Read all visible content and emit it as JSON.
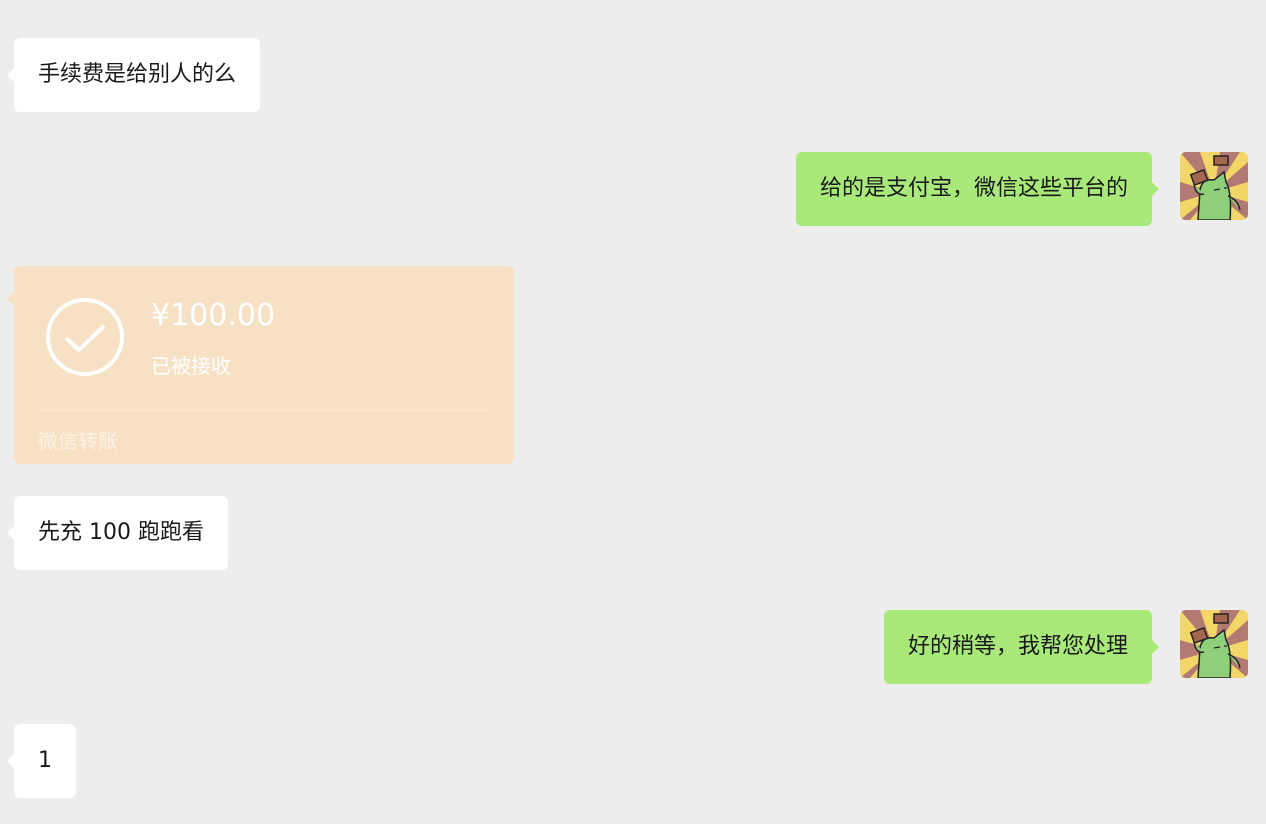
{
  "colors": {
    "background": "#ededed",
    "incoming_bubble": "#ffffff",
    "outgoing_bubble": "#a9e97a",
    "transfer_card": "#f7e1c4"
  },
  "messages": [
    {
      "side": "left",
      "text": "手续费是给别人的么"
    },
    {
      "side": "right",
      "text": "给的是支付宝，微信这些平台的",
      "avatar": "avatar-icon"
    },
    {
      "side": "left",
      "type": "transfer",
      "amount": "¥100.00",
      "status": "已被接收",
      "label": "微信转账",
      "icon": "check-circle-icon"
    },
    {
      "side": "left",
      "text": "先充 100 跑跑看"
    },
    {
      "side": "right",
      "text": "好的稍等，我帮您处理",
      "avatar": "avatar-icon"
    },
    {
      "side": "left",
      "text": "1"
    }
  ]
}
